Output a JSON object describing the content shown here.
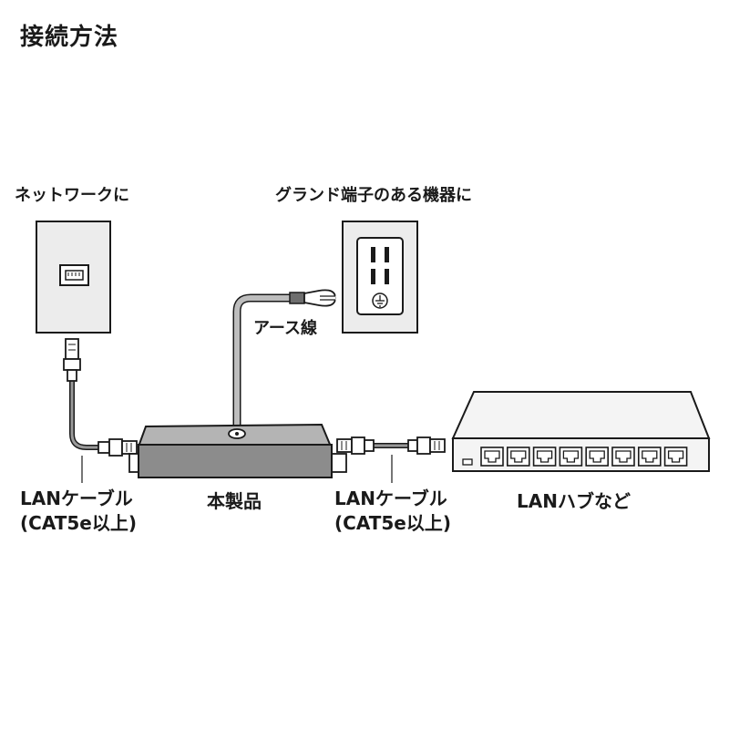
{
  "title": "接続方法",
  "labels": {
    "network": "ネットワークに",
    "ground_device": "グランド端子のある機器に",
    "earth_wire": "アース線",
    "cable_left": {
      "line1": "LANケーブル",
      "line2": "(CAT5e以上)"
    },
    "product": "本製品",
    "cable_right": {
      "line1": "LANケーブル",
      "line2": "(CAT5e以上)"
    },
    "hub": "LANハブなど"
  },
  "colors": {
    "line": "#1a1a1a",
    "panel_fill": "#ececec",
    "product_fill": "#8c8c8c",
    "product_top": "#b4b4b4",
    "hub_fill": "#f4f4f4",
    "cable": "#9a9a9a"
  }
}
